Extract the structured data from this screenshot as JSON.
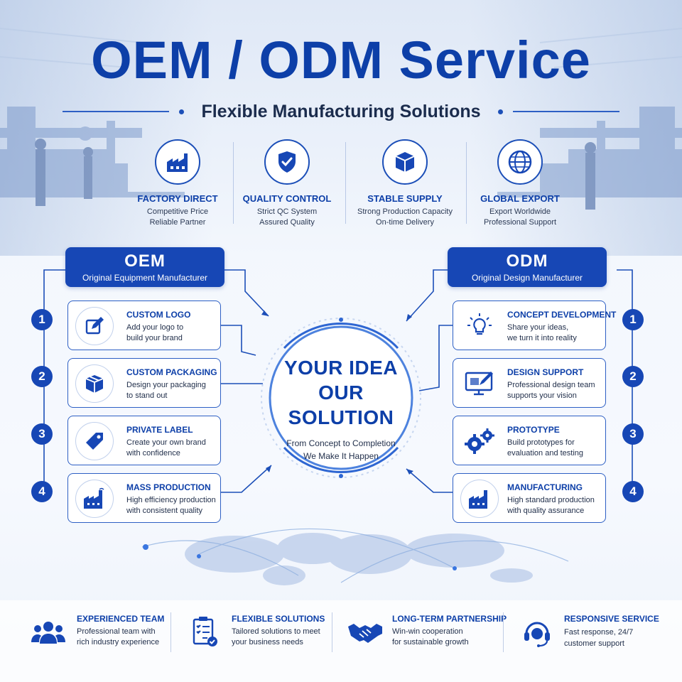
{
  "title": "OEM / ODM Service",
  "subtitle": "Flexible Manufacturing Solutions",
  "features": [
    {
      "icon": "factory-icon",
      "title": "FACTORY DIRECT",
      "lines": [
        "Competitive Price",
        "Reliable Partner"
      ]
    },
    {
      "icon": "shield-check-icon",
      "title": "QUALITY CONTROL",
      "lines": [
        "Strict QC System",
        "Assured Quality"
      ]
    },
    {
      "icon": "box-icon",
      "title": "STABLE SUPPLY",
      "lines": [
        "Strong Production Capacity",
        "On-time Delivery"
      ]
    },
    {
      "icon": "globe-icon",
      "title": "GLOBAL EXPORT",
      "lines": [
        "Export Worldwide",
        "Professional Support"
      ]
    }
  ],
  "oem": {
    "name": "OEM",
    "full": "Original Equipment Manufacturer",
    "steps": [
      {
        "num": "1",
        "icon": "edit-icon",
        "title": "CUSTOM LOGO",
        "lines": [
          "Add your logo to",
          "build your brand"
        ]
      },
      {
        "num": "2",
        "icon": "package-icon",
        "title": "CUSTOM PACKAGING",
        "lines": [
          "Design your packaging",
          "to stand out"
        ]
      },
      {
        "num": "3",
        "icon": "tag-icon",
        "title": "PRIVATE LABEL",
        "lines": [
          "Create your own brand",
          "with confidence"
        ]
      },
      {
        "num": "4",
        "icon": "factory-icon",
        "title": "MASS PRODUCTION",
        "lines": [
          "High efficiency production",
          "with consistent quality"
        ]
      }
    ]
  },
  "odm": {
    "name": "ODM",
    "full": "Original Design Manufacturer",
    "steps": [
      {
        "num": "1",
        "icon": "lightbulb-icon",
        "title": "CONCEPT DEVELOPMENT",
        "lines": [
          "Share your ideas,",
          "we turn it into reality"
        ]
      },
      {
        "num": "2",
        "icon": "monitor-design-icon",
        "title": "DESIGN SUPPORT",
        "lines": [
          "Professional design team",
          "supports your vision"
        ]
      },
      {
        "num": "3",
        "icon": "gears-icon",
        "title": "PROTOTYPE",
        "lines": [
          "Build prototypes for",
          "evaluation and testing"
        ]
      },
      {
        "num": "4",
        "icon": "factory-icon",
        "title": "MANUFACTURING",
        "lines": [
          "High standard production",
          "with quality assurance"
        ]
      }
    ]
  },
  "center": {
    "line1": "YOUR IDEA",
    "line2": "OUR SOLUTION",
    "sub1": "From Concept to Completion",
    "sub2": "We Make It Happen"
  },
  "bottom": [
    {
      "icon": "team-icon",
      "title": "EXPERIENCED TEAM",
      "lines": [
        "Professional team with",
        "rich industry experience"
      ]
    },
    {
      "icon": "checklist-icon",
      "title": "FLEXIBLE SOLUTIONS",
      "lines": [
        "Tailored solutions to meet",
        "your business needs"
      ]
    },
    {
      "icon": "handshake-icon",
      "title": "LONG-TERM PARTNERSHIP",
      "lines": [
        "Win-win cooperation",
        "for sustainable growth"
      ]
    },
    {
      "icon": "headset-icon",
      "title": "RESPONSIVE SERVICE",
      "lines": [
        "Fast response, 24/7",
        "customer support"
      ]
    }
  ],
  "colors": {
    "primary": "#1747b5",
    "title": "#0d3fa8",
    "background": "#f3f7fd"
  }
}
